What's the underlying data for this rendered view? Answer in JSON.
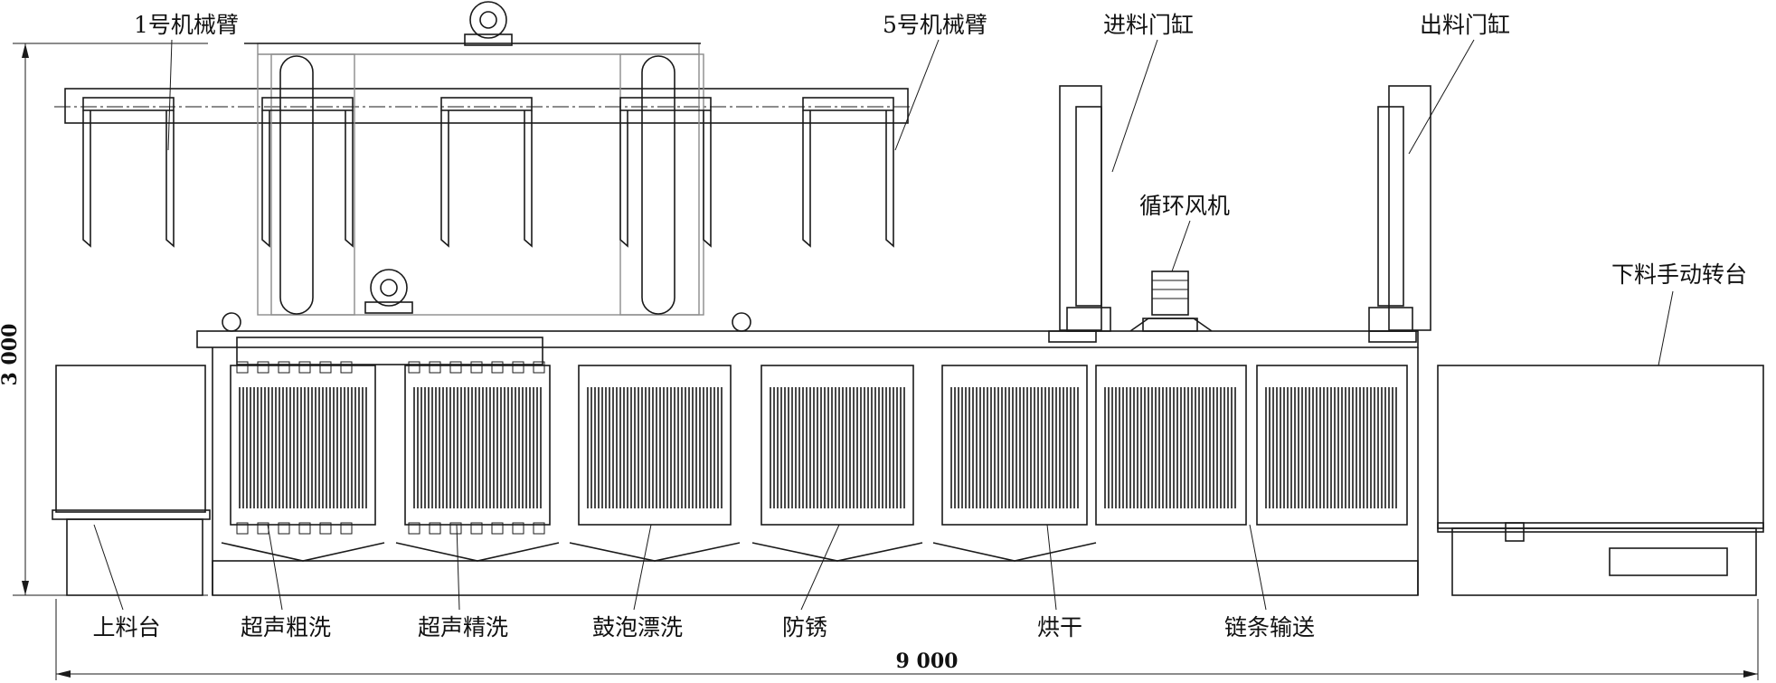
{
  "diagram": {
    "title": "",
    "dimensions": {
      "height_label": "3 000",
      "width_label": "9 000"
    },
    "top_labels": {
      "arm1": "1号机械臂",
      "arm5": "5号机械臂",
      "inlet_cylinder": "进料门缸",
      "outlet_cylinder": "出料门缸",
      "fan": "循环风机",
      "unload_turntable": "下料手动转台"
    },
    "bottom_labels": [
      "上料台",
      "超声粗洗",
      "超声精洗",
      "鼓泡漂洗",
      "防锈",
      "烘干",
      "链条输送"
    ],
    "colors": {
      "line": "#1a1a1a",
      "frame_gray": "#8c8c8c",
      "background": "#ffffff"
    }
  }
}
